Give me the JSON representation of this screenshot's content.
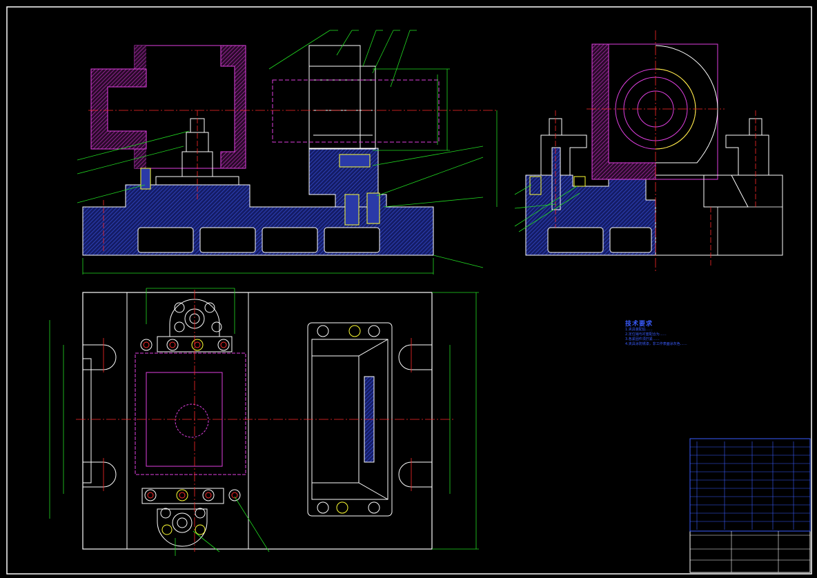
{
  "colors": {
    "background": "#000000",
    "outline": "#ffffff",
    "hatch_body": "#2a3aa8",
    "magenta": "#e040e0",
    "green": "#22dd22",
    "red": "#ff2a2a",
    "yellow": "#ffff33",
    "notes_blue": "#3a5cff"
  },
  "technical_requirements": {
    "title": "技术要求",
    "lines": [
      "1.夹具装配后……",
      "2.定位销与衬套配合为……",
      "3.各紧固件须拧紧……",
      "4.夹具涂防锈漆，非工作表面涂灰色……"
    ]
  },
  "views": {
    "front": "front-section-view",
    "side": "side-section-view",
    "top": "top-plan-view"
  },
  "title_block": {
    "present": true
  }
}
